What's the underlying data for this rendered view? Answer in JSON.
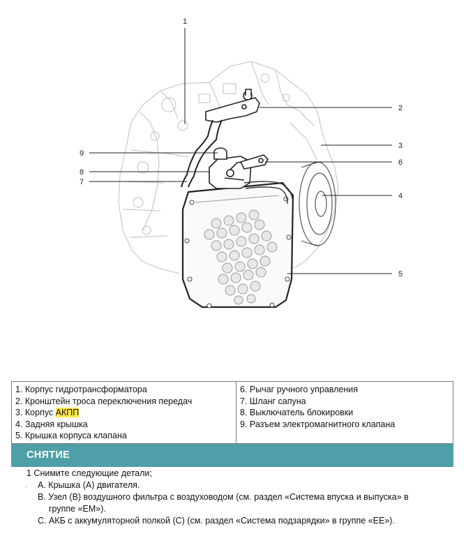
{
  "figure": {
    "callouts": [
      "1",
      "2",
      "3",
      "4",
      "5",
      "6",
      "7",
      "8",
      "9"
    ]
  },
  "legend": {
    "left": [
      {
        "text": "1. Корпус гидротрансформатора"
      },
      {
        "text": "2. Кронштейн троса переключения передач"
      },
      {
        "prefix": "3. Корпус ",
        "highlight": "АКПП"
      },
      {
        "text": "4. Задняя крышка"
      },
      {
        "text": "5. Крышка корпуса клапана"
      }
    ],
    "right": [
      {
        "text": "6. Рычаг ручного управления"
      },
      {
        "text": "7. Шланг сапуна"
      },
      {
        "text": "8. Выключатель блокировки"
      },
      {
        "text": "9. Разъем электромагнитного клапана"
      }
    ]
  },
  "section": {
    "title": "СНЯТИЕ",
    "bar_color": "#4e9fa8"
  },
  "steps": {
    "step1": "1  Снимите  следующие детали;",
    "marker": ".",
    "a": "A. Крышка (A) двигателя.",
    "b_line1": "B. Узел (B) воздушного фильтра с воздуховодом (см. раздел «Система впуска и выпуска» в",
    "b_line2": "группе «EM»).",
    "c": "C. АКБ с аккумуляторной полкой (C) (см. раздел «Система подзарядки» в группе «EE»)."
  }
}
